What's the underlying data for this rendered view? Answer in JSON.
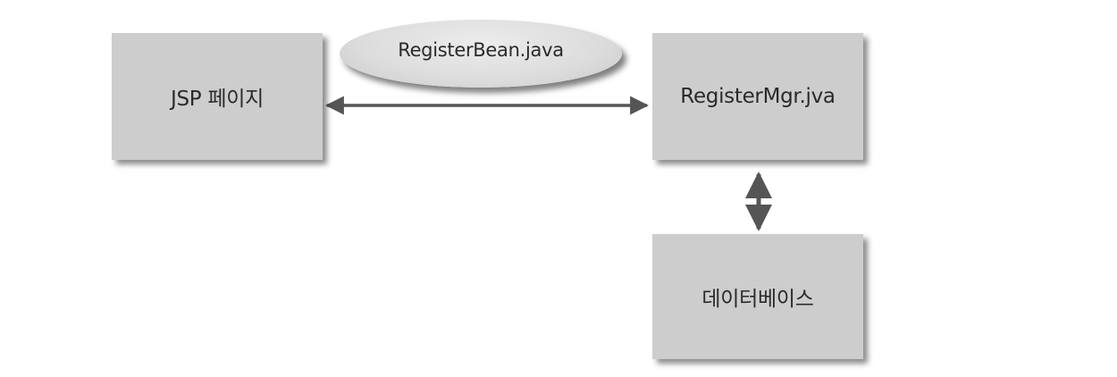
{
  "diagram": {
    "nodes": {
      "jsp_page": {
        "label": "JSP 페이지"
      },
      "register_mgr": {
        "label": "RegisterMgr.jva"
      },
      "database": {
        "label": "데이터베이스"
      }
    },
    "bean_label": "RegisterBean.java",
    "edges": [
      {
        "from": "jsp_page",
        "to": "register_mgr",
        "direction": "both",
        "label": "RegisterBean.java"
      },
      {
        "from": "register_mgr",
        "to": "database",
        "direction": "both"
      }
    ],
    "colors": {
      "box_fill": "#cdcdcd",
      "arrow": "#555555",
      "text": "#2a2a2a"
    }
  }
}
